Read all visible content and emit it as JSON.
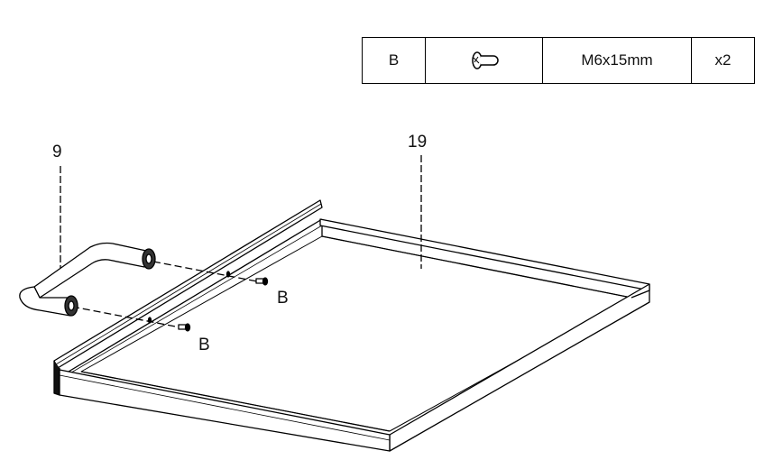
{
  "parts_table": {
    "letter": "B",
    "icon": "screw-icon",
    "size": "M6x15mm",
    "quantity": "x2"
  },
  "callouts": {
    "handle_part": "9",
    "tray_part": "19",
    "screw_upper": "B",
    "screw_lower": "B"
  }
}
